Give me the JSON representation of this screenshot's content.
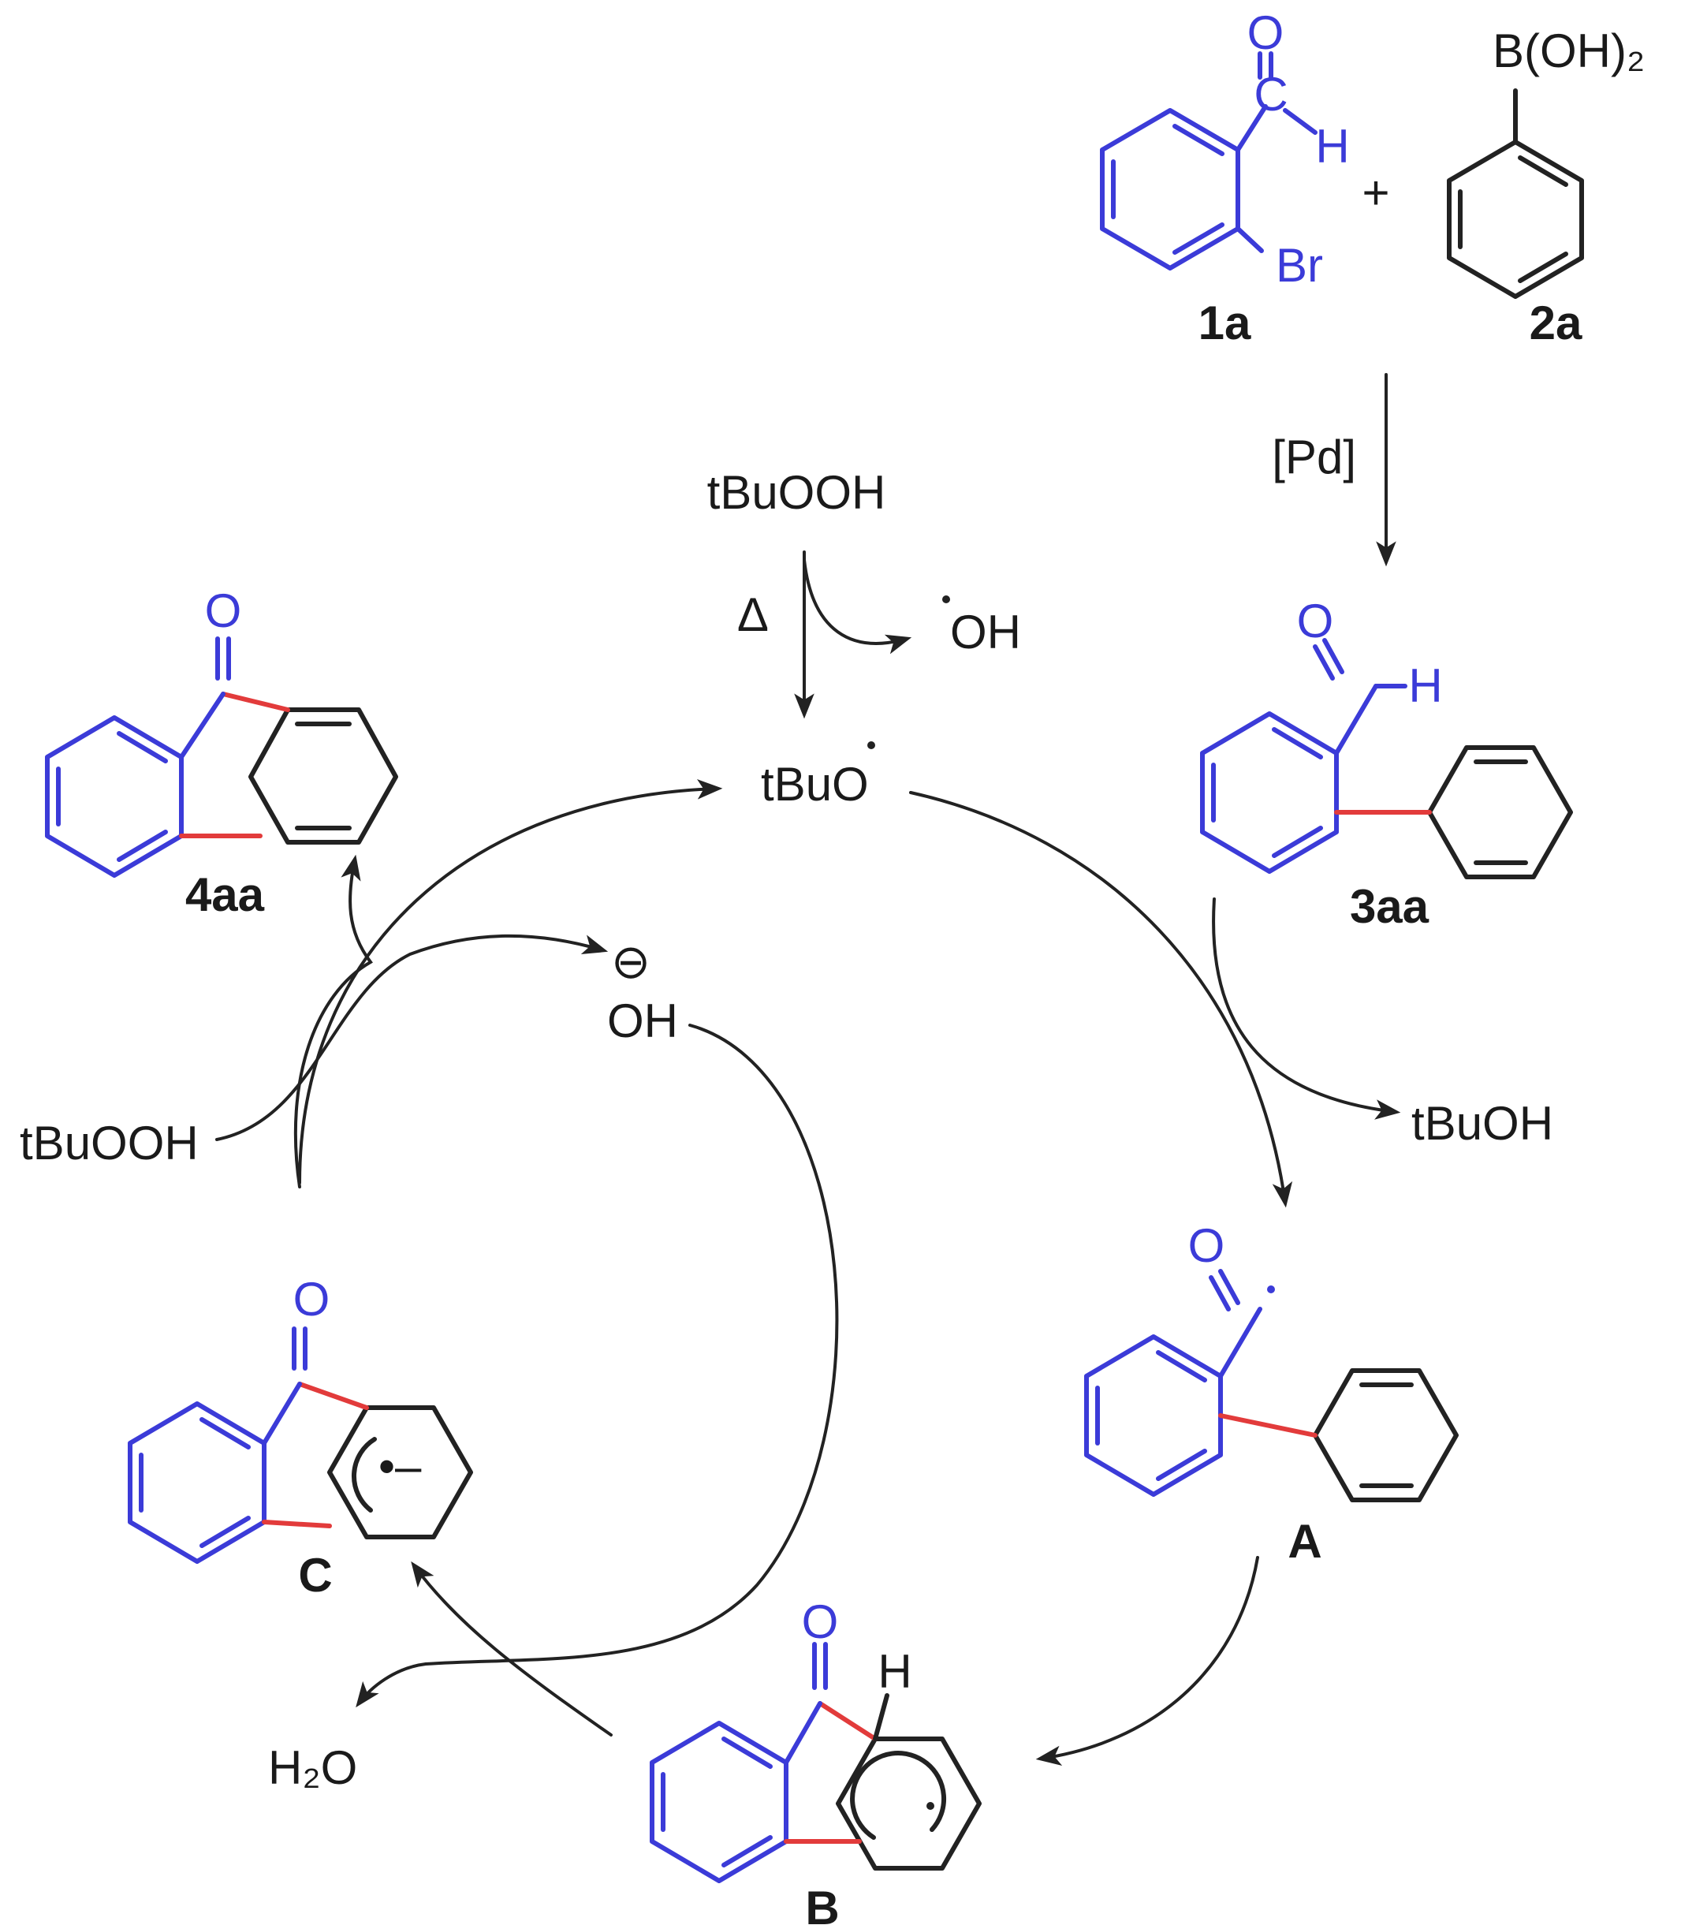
{
  "colors": {
    "black": "#222222",
    "blue": "#3b3bd8",
    "red": "#e23b3b"
  },
  "reactants": {
    "r1_label": "1a",
    "r2_label": "2a",
    "plus": "+",
    "boronic": "B(OH)₂",
    "bromo": "Br",
    "carbonyl_o": "O",
    "carbonyl_c": "C",
    "aldehyde_h": "H"
  },
  "catalyst": "[Pd]",
  "intermediate_3aa": {
    "label": "3aa",
    "o": "O",
    "h": "H"
  },
  "intermediate_A": {
    "label": "A",
    "o": "O"
  },
  "intermediate_B": {
    "label": "B",
    "o": "O",
    "h": "H"
  },
  "intermediate_C": {
    "label": "C",
    "o": "O",
    "charge": "•–"
  },
  "product_4aa": {
    "label": "4aa",
    "o": "O"
  },
  "reagents": {
    "tbuooh_top": "tBuOOH",
    "heat": "Δ",
    "hydroxyl_radical": "OH",
    "tbuo_radical": "tBuO",
    "tbuoh": "tBuOH",
    "tbuooh_left": "tBuOOH",
    "hydroxide": "OH",
    "minus_circle": "⊖",
    "water": "H₂O"
  }
}
